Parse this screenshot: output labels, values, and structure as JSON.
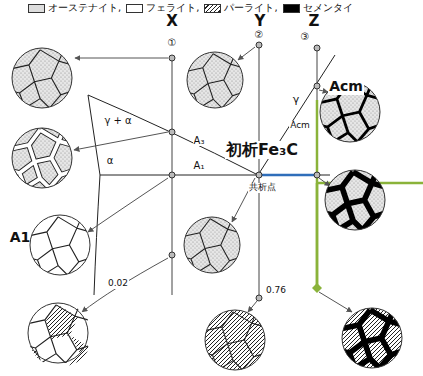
{
  "diagram": {
    "labels": [
      "X",
      "Y",
      "Z",
      "①",
      "②",
      "③",
      "γ",
      "Acm",
      "A₃",
      "γ + α",
      "α",
      "A₁",
      "初析Fe₃C",
      "共析点",
      "Acm",
      "A1",
      "0.02",
      "0.76"
    ],
    "legend": [
      {
        "text": "オーステナイト,",
        "color": "#dddddd"
      },
      {
        "text": "フェライト,",
        "color": "#ffffff"
      },
      {
        "text": "パーライト,"
      },
      {
        "text": "セメンタイ",
        "color": "#000000"
      }
    ]
  }
}
